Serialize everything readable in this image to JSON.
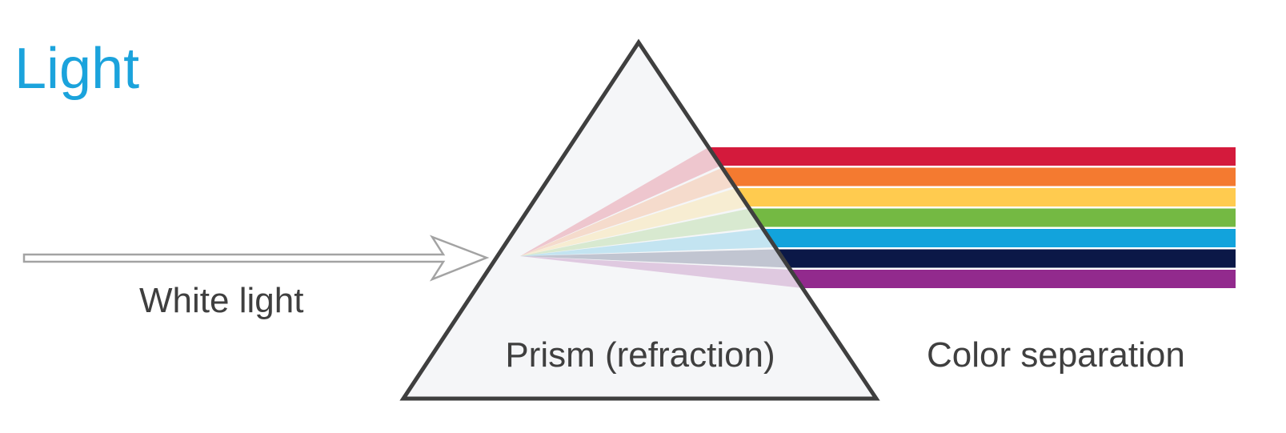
{
  "title": "Light",
  "labels": {
    "white_light": "White light",
    "prism": "Prism (refraction)",
    "separation": "Color separation"
  },
  "colors": {
    "title": "#1ba3dc",
    "text": "#3f3f3f",
    "prism_stroke": "#3f3f3f",
    "prism_fill": "#f5f6f8",
    "arrow_stroke": "#a3a3a3"
  },
  "spectrum": [
    {
      "name": "red",
      "color": "#d41a3c"
    },
    {
      "name": "orange",
      "color": "#f47a30"
    },
    {
      "name": "yellow",
      "color": "#ffcb4f"
    },
    {
      "name": "green",
      "color": "#74b943"
    },
    {
      "name": "blue",
      "color": "#12a3dc"
    },
    {
      "name": "indigo",
      "color": "#0b1847"
    },
    {
      "name": "violet",
      "color": "#922a8d"
    }
  ]
}
